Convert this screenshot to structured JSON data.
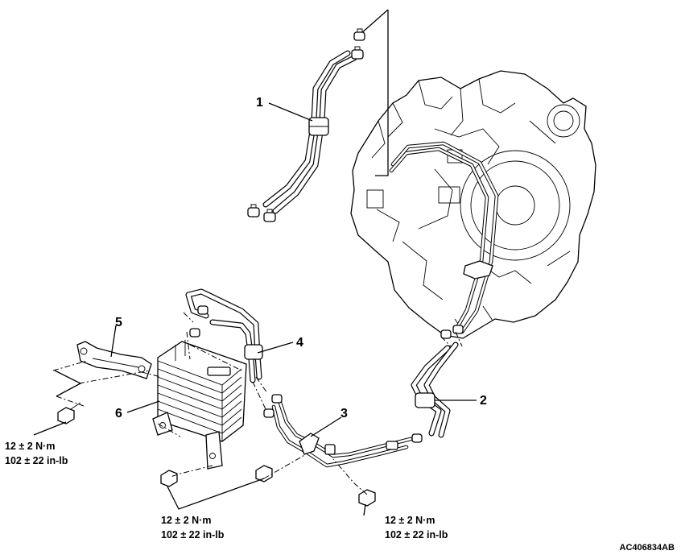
{
  "figure_code": "AC406834AB",
  "callouts": [
    "1",
    "2",
    "3",
    "4",
    "5",
    "6"
  ],
  "torque_specs": [
    {
      "metric": "12 ± 2 N·m",
      "imperial": "102 ± 22 in-lb"
    },
    {
      "metric": "12 ± 2 N·m",
      "imperial": "102 ± 22 in-lb"
    },
    {
      "metric": "12 ± 2 N·m",
      "imperial": "102 ± 22 in-lb"
    }
  ]
}
